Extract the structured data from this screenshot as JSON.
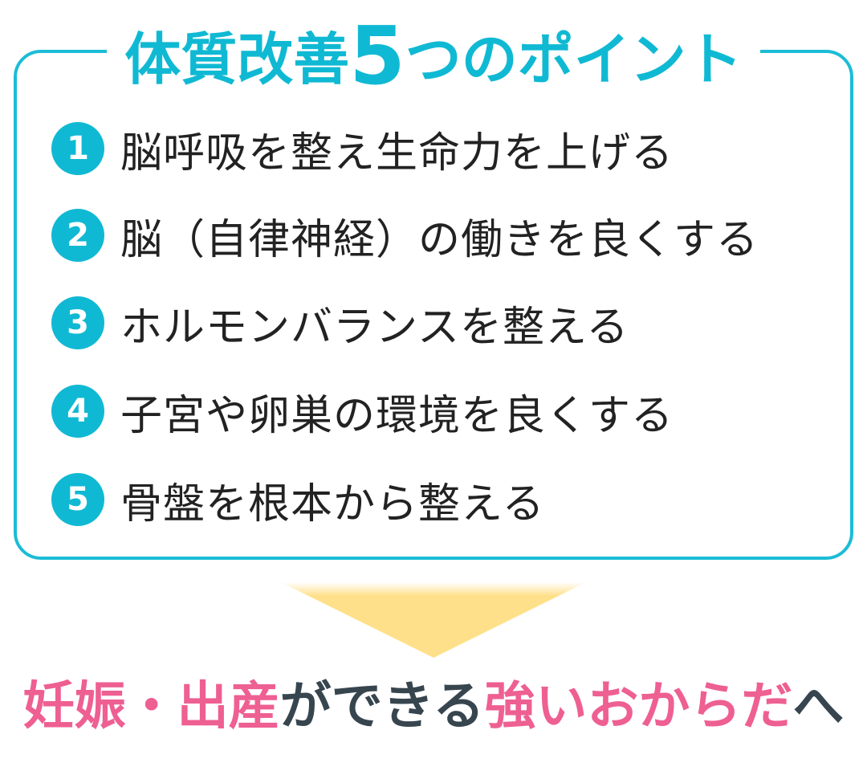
{
  "title": {
    "prefix": "体質改善",
    "number": "5",
    "suffix": "つのポイント"
  },
  "points": [
    {
      "number": "1",
      "text": "脳呼吸を整え生命力を上げる"
    },
    {
      "number": "2",
      "text": "脳（自律神経）の働きを良くする"
    },
    {
      "number": "3",
      "text": "ホルモンバランスを整える"
    },
    {
      "number": "4",
      "text": "子宮や卵巣の環境を良くする"
    },
    {
      "number": "5",
      "text": "骨盤を根本から整える"
    }
  ],
  "conclusion": {
    "part1": "妊娠・出産",
    "part2": "ができる",
    "part3": "強いおからだ",
    "part4": "へ"
  },
  "colors": {
    "accent": "#10b9d3",
    "pink": "#ee5f92",
    "dark": "#37454f",
    "arrow": "#ffe08a"
  }
}
